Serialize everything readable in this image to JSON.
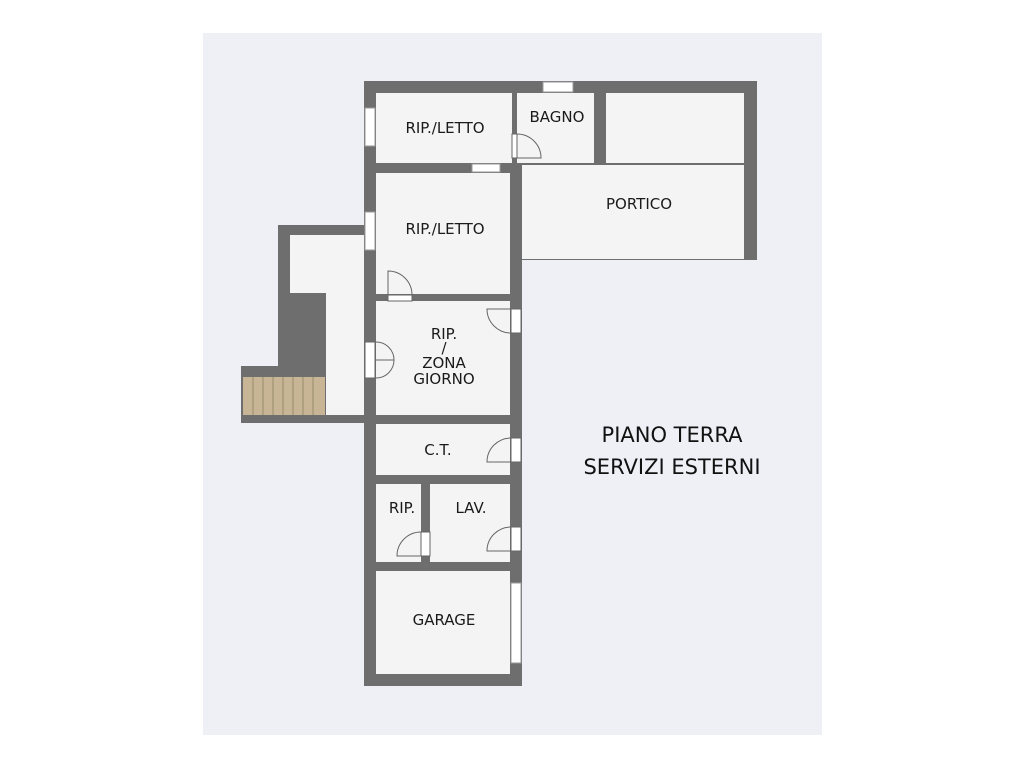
{
  "rooms": {
    "rip_letto_top": "RIP./LETTO",
    "bagno": "BAGNO",
    "portico": "PORTICO",
    "rip_letto_mid": "RIP./LETTO",
    "zona_giorno_line1": "RIP.",
    "zona_giorno_line2": "/",
    "zona_giorno_line3": "ZONA",
    "zona_giorno_line4": "GIORNO",
    "ct": "C.T.",
    "rip_small": "RIP.",
    "lav": "LAV.",
    "garage": "GARAGE"
  },
  "title": {
    "line1": "PIANO TERRA",
    "line2": "SERVIZI ESTERNI"
  },
  "colors": {
    "canvas": "#eff0f6",
    "wall": "#6e6e6e",
    "floor": "#f4f4f4",
    "stairs": "#c7b596"
  }
}
